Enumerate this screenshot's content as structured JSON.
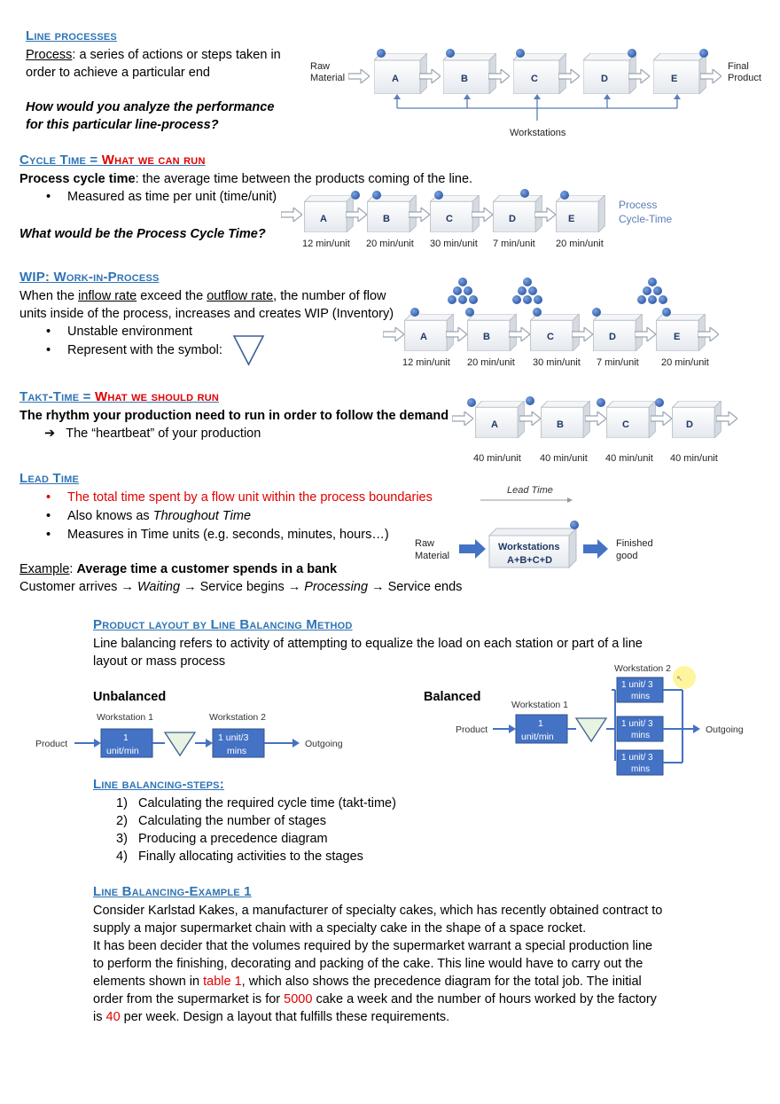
{
  "s1": {
    "heading": "Line processes",
    "term": "Process",
    "def1": ": a series of actions or steps taken in",
    "def2": "order to achieve a particular end",
    "q1": "How would you analyze the performance",
    "q2": "for this particular line-process?",
    "diagram": {
      "raw": [
        "Raw",
        "Material"
      ],
      "final": [
        "Final",
        "Product"
      ],
      "stations": [
        "A",
        "B",
        "C",
        "D",
        "E"
      ],
      "workstations": "Workstations"
    }
  },
  "s2": {
    "heading_a": "Cycle Time = ",
    "heading_b": "What we can run",
    "term": "Process cycle time",
    "def": ": the average time between the products coming of the line.",
    "bullet": "Measured as time per unit (time/unit)",
    "question": "What would be the Process Cycle Time?",
    "diagram": {
      "stations": [
        "A",
        "B",
        "C",
        "D",
        "E"
      ],
      "times": [
        "12 min/unit",
        "20 min/unit",
        "30 min/unit",
        "7 min/unit",
        "20 min/unit"
      ],
      "label": [
        "Process",
        "Cycle-Time"
      ]
    }
  },
  "s3": {
    "heading": "WIP: Work-in-Process",
    "l1a": "When the ",
    "l1b": "inflow rate",
    "l1c": " exceed the ",
    "l1d": "outflow rate",
    "l1e": ", the number of flow",
    "l2": "units inside of the process, increases and creates WIP (Inventory)",
    "b1": "Unstable environment",
    "b2": "Represent with the symbol:",
    "diagram": {
      "stations": [
        "A",
        "B",
        "C",
        "D",
        "E"
      ],
      "times": [
        "12 min/unit",
        "20 min/unit",
        "30 min/unit",
        "7 min/unit",
        "20 min/unit"
      ]
    }
  },
  "s4": {
    "heading_a": "Takt-Time = ",
    "heading_b": "What we should run",
    "def": "The rhythm your production need to run in order to follow the demand",
    "arrow": "➔",
    "sub": "The “heartbeat” of your production",
    "diagram": {
      "stations": [
        "A",
        "B",
        "C",
        "D"
      ],
      "times": [
        "40 min/unit",
        "40 min/unit",
        "40 min/unit",
        "40 min/unit"
      ]
    }
  },
  "s5": {
    "heading": "Lead Time",
    "b1": "The total time spent by a flow unit within the process boundaries",
    "b2a": "Also knows as ",
    "b2b": "Throughout Time",
    "b3": "Measures in Time units (e.g. seconds, minutes, hours…)",
    "ex_label": "Example",
    "ex_colon": ": ",
    "ex_text": "Average time a customer spends in a bank",
    "flow": {
      "a": "Customer arrives ",
      "arrow": "→",
      "b": " Waiting ",
      "c": " Service begins ",
      "d": " Processing ",
      "e": " Service ends"
    },
    "diagram": {
      "lead": "Lead Time",
      "raw": [
        "Raw",
        "Material"
      ],
      "box": [
        "Workstations",
        "A+B+C+D"
      ],
      "out": [
        "Finished",
        "good"
      ]
    }
  },
  "s6": {
    "heading": "Product layout by Line Balancing Method",
    "l1": "Line balancing refers to activity of attempting to equalize the load on each station or part of a line",
    "l2": "layout or mass process",
    "unbalanced": "Unbalanced",
    "balanced": "Balanced",
    "unb": {
      "ws1": "Workstation 1",
      "ws2": "Workstation 2",
      "product": "Product",
      "box1": [
        "1",
        "unit/min"
      ],
      "box2": [
        "1 unit/3",
        "mins"
      ],
      "out": "Outgoing"
    },
    "bal": {
      "ws1": "Workstation 1",
      "ws2": "Workstation 2",
      "product": "Product",
      "box1": [
        "1",
        "unit/min"
      ],
      "box2": [
        "1 unit/ 3",
        "mins"
      ],
      "out": "Outgoing"
    }
  },
  "s7": {
    "heading": "Line balancing-steps:",
    "steps": [
      "Calculating the required cycle time (takt-time)",
      "Calculating the number of stages",
      "Producing a precedence diagram",
      "Finally allocating activities to the stages"
    ],
    "nums": [
      "1)",
      "2)",
      "3)",
      "4)"
    ]
  },
  "s8": {
    "heading": "Line Balancing-Example 1",
    "p1": "Consider Karlstad Kakes, a manufacturer of specialty cakes, which has recently obtained contract to",
    "p2": "supply a major supermarket chain with a specialty cake in the shape of a space rocket.",
    "p3": "It has been decider that the volumes required by the supermarket warrant a special production line",
    "p4": "to perform the finishing, decorating and packing of the cake. This line would have to carry out the",
    "p5a": "elements shown in ",
    "p5b": "table 1",
    "p5c": ", which also shows the precedence diagram for the total job. The initial",
    "p6a": "order from the supermarket is for ",
    "p6b": "5000",
    "p6c": " cake a week and the number of hours worked by the factory",
    "p7a": "is ",
    "p7b": "40",
    "p7c": " per week. Design a layout that fulfills these requirements."
  },
  "colors": {
    "heading": "#2e74b5",
    "red": "#e00000",
    "box_blue": "#4472c4",
    "dot": "#4472c4"
  }
}
